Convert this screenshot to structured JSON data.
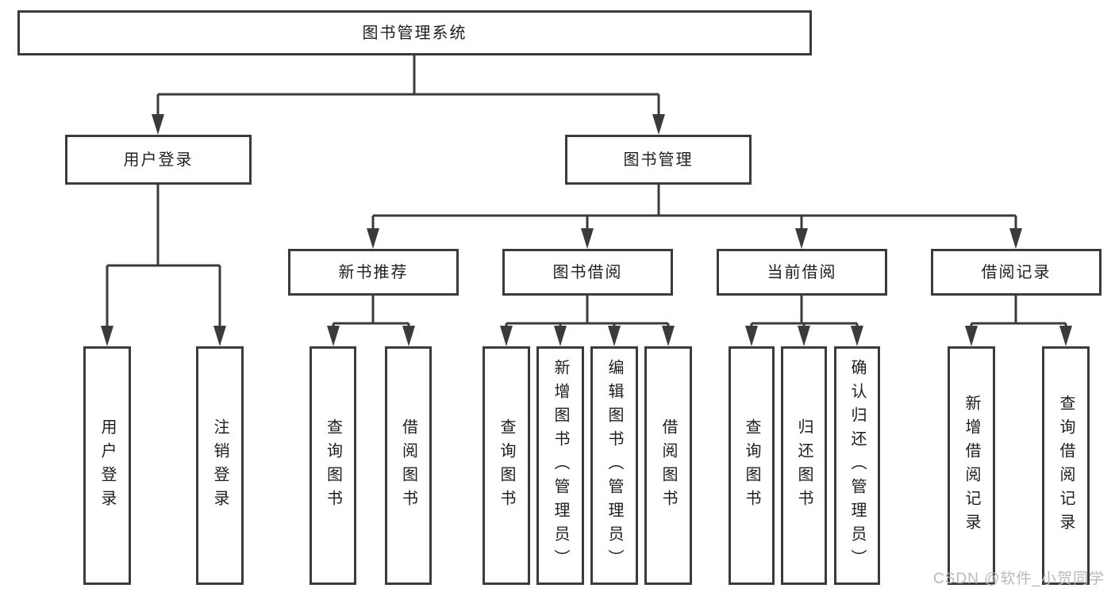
{
  "colors": {
    "line": "#3b3b3b",
    "box_border": "#3b3b3b",
    "box_background": "#ffffff",
    "text": "#1e1e1e",
    "watermark_text": "#b9b9b9",
    "page_background": "#ffffff"
  },
  "tree": {
    "root": {
      "label": "图书管理系统"
    },
    "level2": [
      {
        "label": "用户登录"
      },
      {
        "label": "图书管理"
      }
    ],
    "level3": [
      {
        "label": "新书推荐"
      },
      {
        "label": "图书借阅"
      },
      {
        "label": "当前借阅"
      },
      {
        "label": "借阅记录"
      }
    ],
    "leaves": {
      "user_login": [
        "用户登录",
        "注销登录"
      ],
      "new_book_recommend": [
        "查询图书",
        "借阅图书"
      ],
      "book_borrowing": [
        "查询图书",
        "新增图书（管理员）",
        "编辑图书（管理员）",
        "借阅图书"
      ],
      "current_borrowing": [
        "查询图书",
        "归还图书",
        "确认归还（管理员）"
      ],
      "borrowing_records": [
        "新增借阅记录",
        "查询借阅记录"
      ]
    }
  },
  "watermark": {
    "text": "CSDN @软件_小贺同学"
  }
}
